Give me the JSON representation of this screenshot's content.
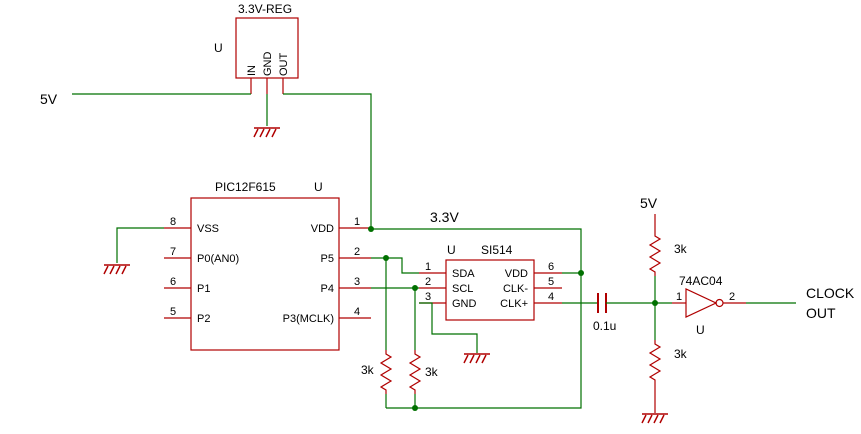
{
  "regulator": {
    "name": "3.3V-REG",
    "ref": "U",
    "pins": [
      "IN",
      "GND",
      "OUT"
    ]
  },
  "nets": {
    "input_5v": "5V",
    "rail_3v3": "3.3V",
    "pullup_5v": "5V",
    "output_line1": "CLOCK",
    "output_line2": "OUT"
  },
  "mcu": {
    "name": "PIC12F615",
    "ref": "U",
    "left_pins": [
      {
        "num": "8",
        "name": "VSS"
      },
      {
        "num": "7",
        "name": "P0(AN0)"
      },
      {
        "num": "6",
        "name": "P1"
      },
      {
        "num": "5",
        "name": "P2"
      }
    ],
    "right_pins": [
      {
        "num": "1",
        "name": "VDD"
      },
      {
        "num": "2",
        "name": "P5"
      },
      {
        "num": "3",
        "name": "P4"
      },
      {
        "num": "4",
        "name": "P3(MCLK)"
      }
    ]
  },
  "clock_chip": {
    "name": "SI514",
    "ref": "U",
    "left_pins": [
      {
        "num": "1",
        "name": "SDA"
      },
      {
        "num": "2",
        "name": "SCL"
      },
      {
        "num": "3",
        "name": "GND"
      }
    ],
    "right_pins": [
      {
        "num": "6",
        "name": "VDD"
      },
      {
        "num": "5",
        "name": "CLK-"
      },
      {
        "num": "4",
        "name": "CLK+"
      }
    ]
  },
  "passives": {
    "r_sda": "3k",
    "r_scl": "3k",
    "r_top": "3k",
    "r_bottom": "3k",
    "cap": "0.1u"
  },
  "buffer": {
    "name": "74AC04",
    "ref": "U",
    "pin_in": "1",
    "pin_out": "2"
  }
}
